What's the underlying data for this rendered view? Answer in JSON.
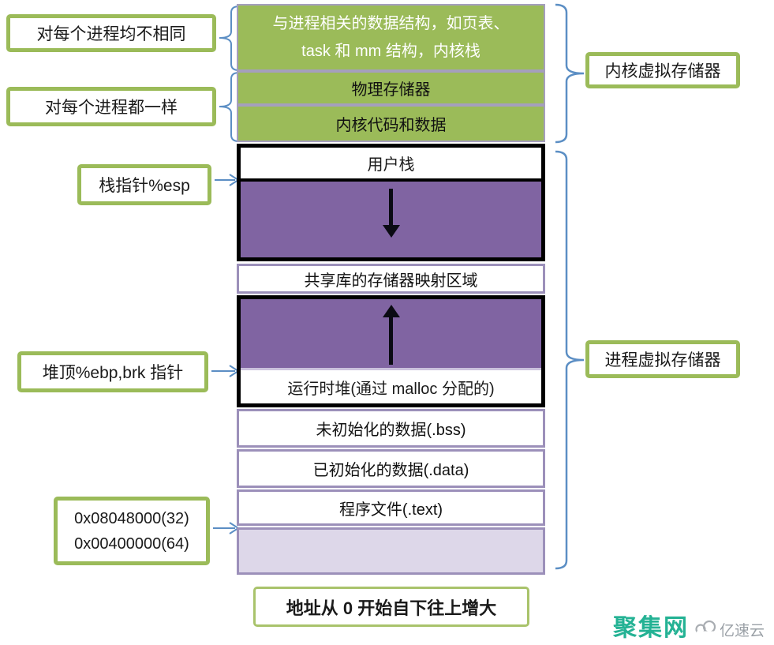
{
  "colors": {
    "green_fill": "#9bbb59",
    "green_border": "#9bbb59",
    "purple_fill": "#8064a2",
    "lavender_fill": "#ddd7e9",
    "segment_border": "#9c90ba",
    "connector_blue": "#5b8ec4",
    "black": "#000000",
    "watermark_teal": "#24b294",
    "watermark_gray": "#9aa0a6"
  },
  "left_labels": {
    "different_per_process": "对每个进程均不相同",
    "same_per_process": "对每个进程都一样",
    "stack_pointer": "栈指针%esp",
    "heap_top_pointer": "堆顶%ebp,brk 指针",
    "start_address_32": "0x08048000(32)",
    "start_address_64": "0x00400000(64)"
  },
  "right_labels": {
    "kernel_virtual_memory": "内核虚拟存储器",
    "process_virtual_memory": "进程虚拟存储器"
  },
  "stack": {
    "kernel_data_line1": "与进程相关的数据结构，如页表、",
    "kernel_data_line2": "task 和 mm 结构，内核栈",
    "physical_memory": "物理存储器",
    "kernel_code_data": "内核代码和数据",
    "user_stack": "用户栈",
    "shared_lib_region": "共享库的存储器映射区域",
    "runtime_heap": "运行时堆(通过 malloc 分配的)",
    "bss": "未初始化的数据(.bss)",
    "data": "已初始化的数据(.data)",
    "text": "程序文件(.text)"
  },
  "footer": {
    "note": "地址从 0 开始自下往上增大"
  },
  "watermark": {
    "brand": "聚集网",
    "subbrand": "亿速云"
  }
}
